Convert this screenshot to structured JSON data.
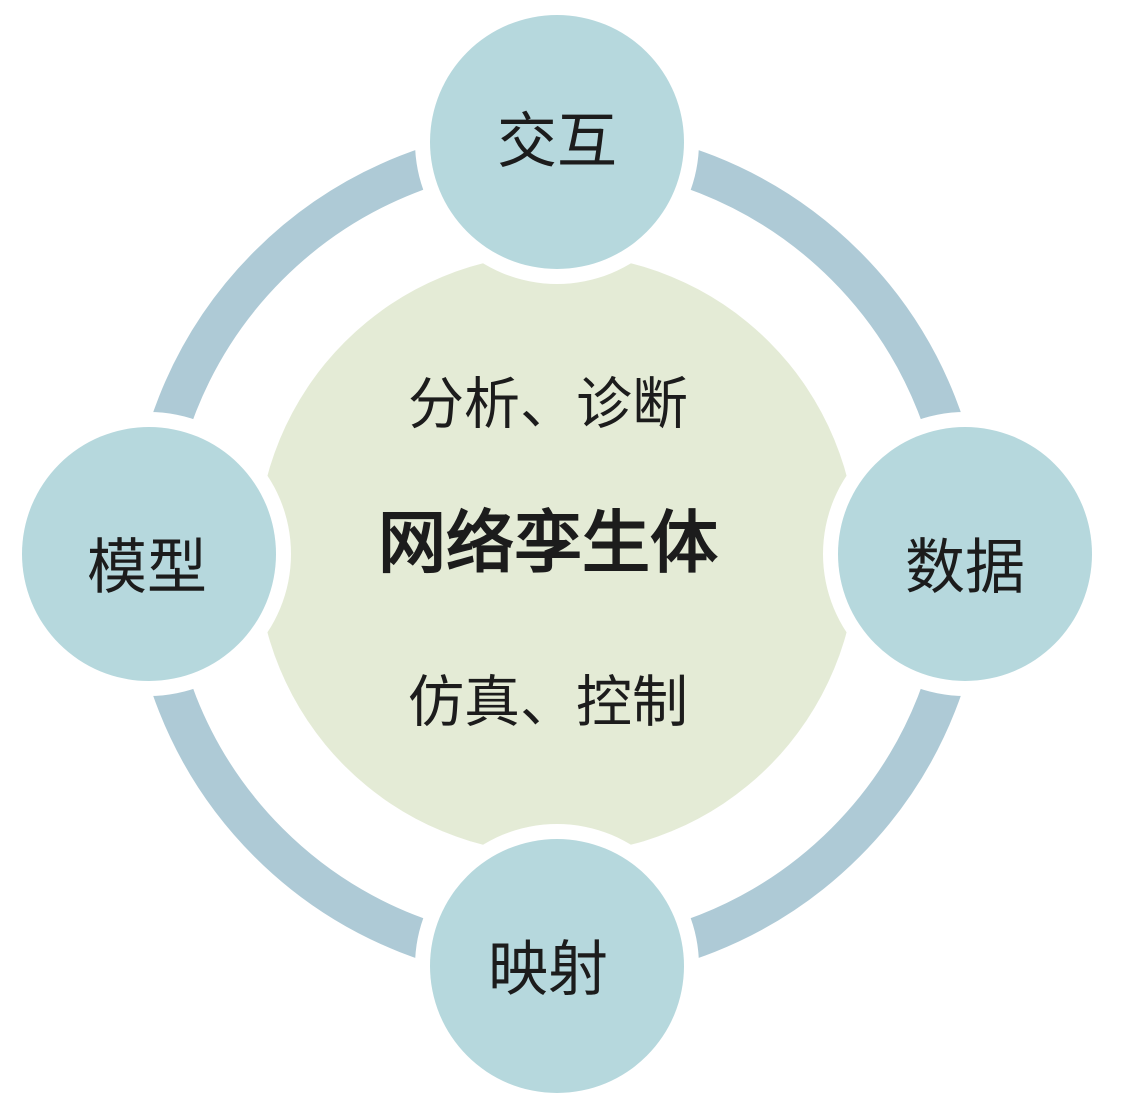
{
  "diagram": {
    "center": {
      "title": "网络孪生体",
      "top_text": "分析、诊断",
      "bottom_text": "仿真、控制"
    },
    "nodes": {
      "top": "交互",
      "right": "数据",
      "bottom": "映射",
      "left": "模型"
    }
  },
  "colors": {
    "ring": "#aecad6",
    "node_fill": "#b6d8dd",
    "center_fill": "#e4ebd6",
    "text": "#1c1c1c"
  }
}
